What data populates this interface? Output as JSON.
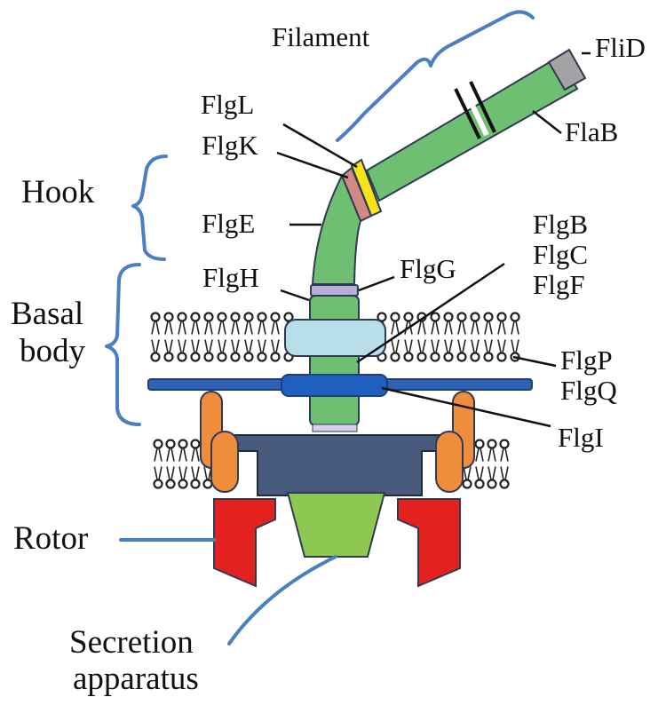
{
  "labels": {
    "filament": "Filament",
    "flid": "FliD",
    "flab": "FlaB",
    "flgl": "FlgL",
    "flgk": "FlgK",
    "hook": "Hook",
    "flge": "FlgE",
    "flgb": "FlgB",
    "flgc": "FlgC",
    "flgf": "FlgF",
    "flgg": "FlgG",
    "flgh": "FlgH",
    "basal": "Basal",
    "body": "body",
    "flgp": "FlgP",
    "flgq": "FlgQ",
    "flgi": "FlgI",
    "rotor": "Rotor",
    "secretion": "Secretion",
    "apparatus": "apparatus"
  },
  "colors": {
    "filament_green": "#6fbf73",
    "outline": "#2e3b52",
    "bracket_blue": "#4a7fc1",
    "membrane_bead": "#222222",
    "ring_light_blue": "#b8dfe9",
    "rod_ring_purple": "#b7aed8",
    "peptidoglycan_blue": "#2f62b3",
    "flgi_blue": "#1f5fbf",
    "stator_orange": "#ef8d3c",
    "housing_slate": "#485a7c",
    "rotor_red": "#e3221f",
    "secretion_green": "#8dc850",
    "flgl_yellow": "#f5e31b",
    "flgk_pink": "#d18a86",
    "flid_gray": "#a3a3a3"
  }
}
